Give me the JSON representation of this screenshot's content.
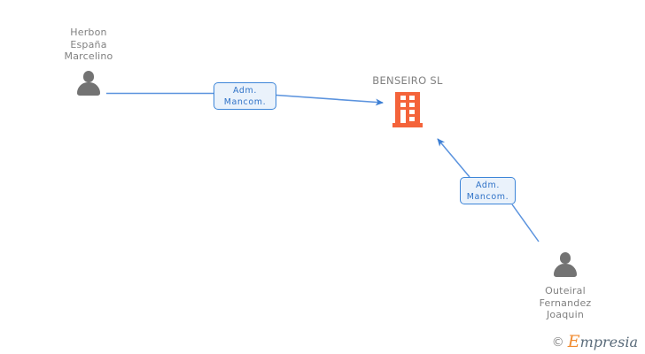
{
  "diagram": {
    "background_color": "#ffffff",
    "person_color": "#737373",
    "company_color": "#f4633a",
    "edge_color": "#4a89dc",
    "label_text_color": "#2f72c7",
    "label_fill_color": "#eaf2fb",
    "text_color": "#808080"
  },
  "company": {
    "name": "BENSEIRO SL",
    "icon": "building-icon"
  },
  "people": [
    {
      "name": "Herbon\nEspaña\nMarcelino",
      "icon": "person-icon"
    },
    {
      "name": "Outeiral\nFernandez\nJoaquin",
      "icon": "person-icon"
    }
  ],
  "relations": [
    {
      "label": "Adm.\nMancom."
    },
    {
      "label": "Adm.\nMancom."
    }
  ],
  "watermark": {
    "copyright": "©",
    "brand_initial": "E",
    "brand_rest": "mpresia"
  }
}
